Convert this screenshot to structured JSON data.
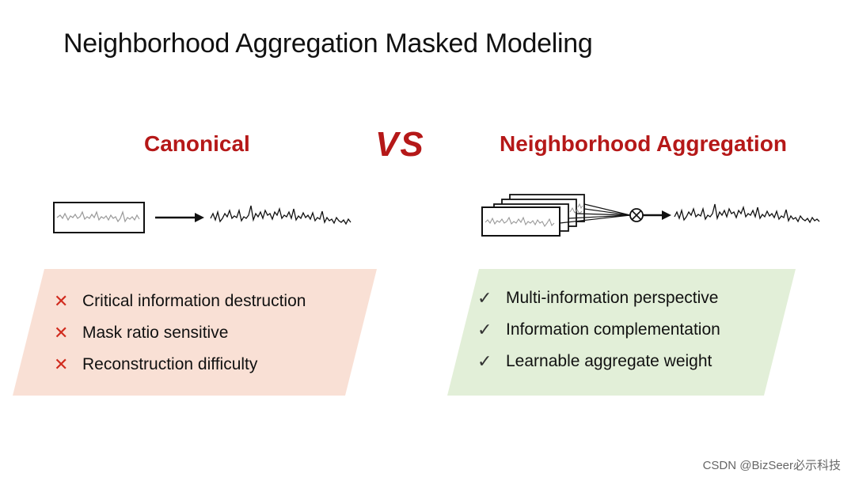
{
  "title": "Neighborhood Aggregation Masked Modeling",
  "left": {
    "heading": "Canonical",
    "items": [
      {
        "mark": "✕",
        "text": "Critical information destruction"
      },
      {
        "mark": "✕",
        "text": "Mask ratio sensitive"
      },
      {
        "mark": "✕",
        "text": "Reconstruction difficulty"
      }
    ]
  },
  "vs": "VS",
  "right": {
    "heading": "Neighborhood Aggregation",
    "items": [
      {
        "mark": "✓",
        "text": "Multi-information perspective"
      },
      {
        "mark": "✓",
        "text": "Information complementation"
      },
      {
        "mark": "✓",
        "text": "Learnable aggregate weight"
      }
    ]
  },
  "watermark": "CSDN @BizSeer必示科技",
  "colors": {
    "accent_red": "#b51818",
    "left_panel": "#f9e0d5",
    "right_panel": "#e2efd8",
    "cross": "#d12b1e"
  },
  "icons": {
    "cross": "cross-icon",
    "check": "check-icon",
    "aggregate": "aggregate-multiply-icon"
  }
}
